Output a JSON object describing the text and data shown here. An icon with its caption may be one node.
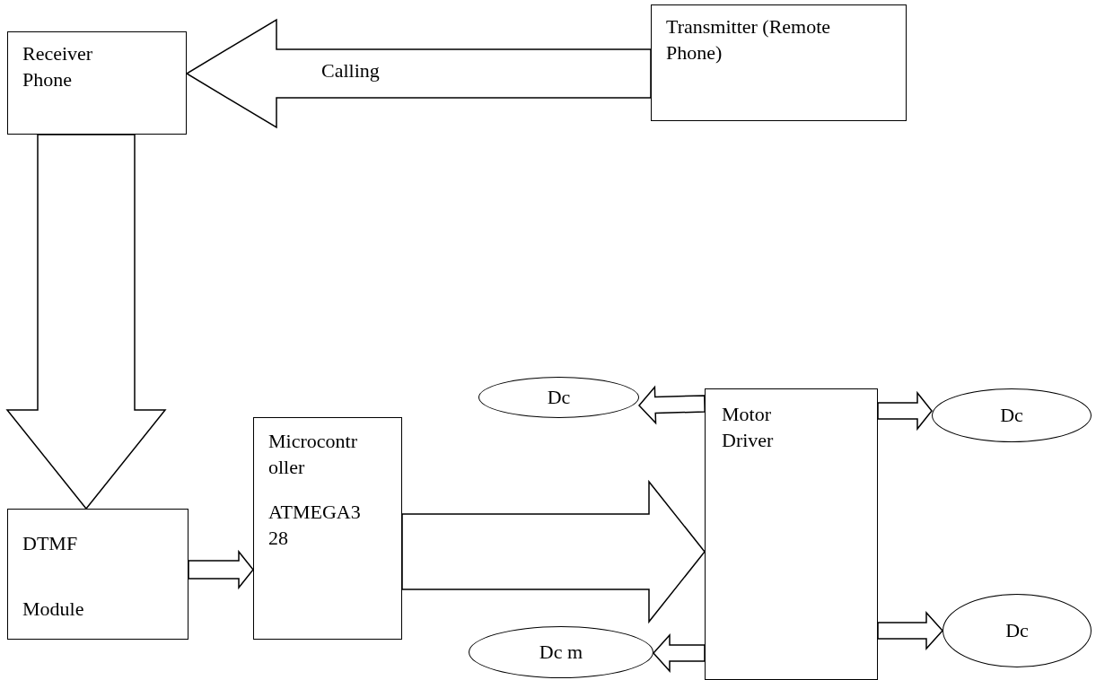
{
  "diagram": {
    "nodes": [
      {
        "text": [
          "Receiver Phone"
        ]
      },
      {
        "text": [
          "Transmitter (Remote Phone)"
        ]
      },
      {
        "text": [
          "DTMF",
          "Module"
        ]
      },
      {
        "text": [
          "Microcontroller",
          "ATMEGA328"
        ]
      },
      {
        "text": [
          "Motor Driver"
        ]
      },
      {
        "text": [
          "Dc"
        ]
      },
      {
        "text": [
          "Dc"
        ]
      },
      {
        "text": [
          "Dc m"
        ]
      },
      {
        "text": [
          "Dc"
        ]
      }
    ],
    "edges": [
      {
        "from": 1,
        "to": 0,
        "arrow": "to",
        "label": "Calling"
      },
      {
        "from": 0,
        "to": 2,
        "arrow": "to"
      },
      {
        "from": 2,
        "to": 3,
        "arrow": "to"
      },
      {
        "from": 3,
        "to": 4,
        "arrow": "to"
      },
      {
        "from": 4,
        "to": 5,
        "arrow": "to"
      },
      {
        "from": 4,
        "to": 6,
        "arrow": "to"
      },
      {
        "from": 4,
        "to": 7,
        "arrow": "to"
      },
      {
        "from": 4,
        "to": 8,
        "arrow": "to"
      }
    ]
  }
}
